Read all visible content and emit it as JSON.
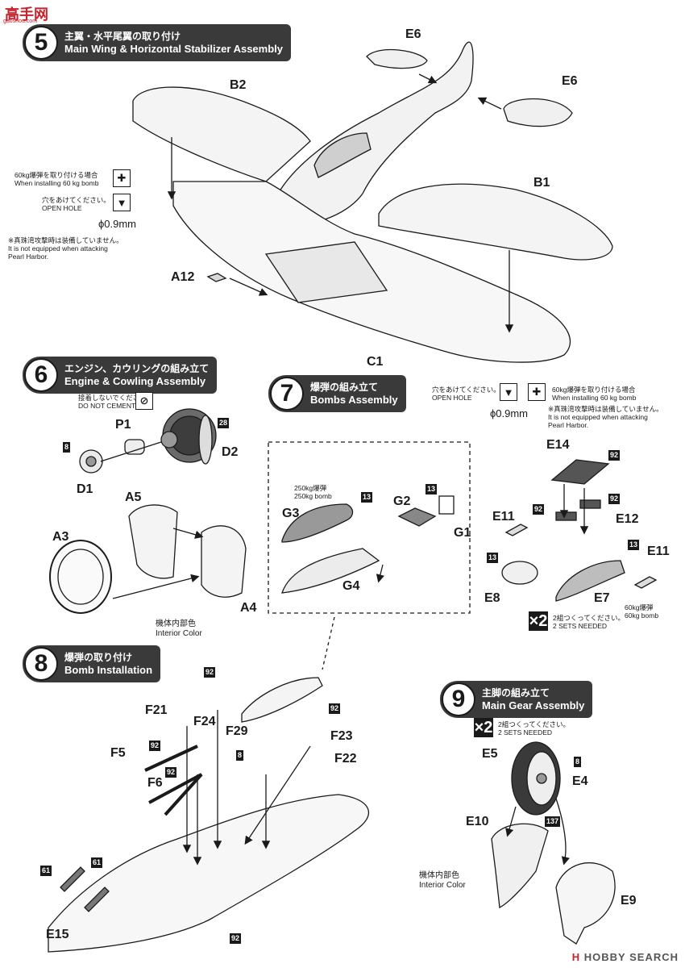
{
  "site_logo": {
    "text": "高手网",
    "sub": "gaoshou.com"
  },
  "watermark": {
    "prefix": "H",
    "text": "HOBBY SEARCH"
  },
  "steps": {
    "s5": {
      "num": "5",
      "ja": "主翼・水平尾翼の取り付け",
      "en": "Main Wing & Horizontal Stabilizer Assembly"
    },
    "s6": {
      "num": "6",
      "ja": "エンジン、カウリングの組み立て",
      "en": "Engine & Cowling Assembly"
    },
    "s7": {
      "num": "7",
      "ja": "爆弾の組み立て",
      "en": "Bombs Assembly"
    },
    "s8": {
      "num": "8",
      "ja": "爆弾の取り付け",
      "en": "Bomb Installation"
    },
    "s9": {
      "num": "9",
      "ja": "主脚の組み立て",
      "en": "Main Gear Assembly"
    }
  },
  "parts": {
    "E6a": "E6",
    "E6b": "E6",
    "B2": "B2",
    "B1": "B1",
    "A12": "A12",
    "C1": "C1",
    "P1": "P1",
    "D2": "D2",
    "D1": "D1",
    "A5": "A5",
    "A3": "A3",
    "A4": "A4",
    "G3": "G3",
    "G2": "G2",
    "G1": "G1",
    "G4": "G4",
    "E14": "E14",
    "E11a": "E11",
    "E12": "E12",
    "E11b": "E11",
    "E8": "E8",
    "E7": "E7",
    "F21": "F21",
    "F24": "F24",
    "F29": "F29",
    "F23": "F23",
    "F22": "F22",
    "F5": "F5",
    "F6": "F6",
    "E15": "E15",
    "E5": "E5",
    "E4": "E4",
    "E10": "E10",
    "E9": "E9"
  },
  "notes": {
    "left_60kg_ja": "60kg爆弾を取り付ける場合",
    "left_60kg_en": "When installing 60 kg bomb",
    "left_hole_ja": "穴をあけてください。",
    "left_hole_en": "OPEN HOLE",
    "left_dia": "ϕ0.9mm",
    "left_pearl_ja": "※真珠湾攻撃時は装備していません。",
    "left_pearl_en1": "It is not equipped when attacking",
    "left_pearl_en2": "Pearl Harbor.",
    "right_hole_ja": "穴をあけてください。",
    "right_hole_en": "OPEN HOLE",
    "right_60kg_ja": "60kg爆弾を取り付ける場合",
    "right_60kg_en": "When installing 60 kg bomb",
    "right_dia": "ϕ0.9mm",
    "right_pearl_ja": "※真珠湾攻撃時は装備していません。",
    "right_pearl_en1": "It is not equipped when attacking",
    "right_pearl_en2": "Pearl Harbor.",
    "cement_ja": "接着しないでください。",
    "cement_en": "DO NOT CEMENT",
    "interior_ja": "機体内部色",
    "interior_en": "Interior Color",
    "bomb250_ja": "250kg爆弾",
    "bomb250_en": "250kg bomb",
    "bomb60_ja": "60kg爆弾",
    "bomb60_en": "60kg bomb",
    "sets_ja": "2組つくってください。",
    "sets_en": "2 SETS NEEDED",
    "sets9_ja": "2組つくってください。",
    "sets9_en": "2 SETS NEEDED",
    "interior9_ja": "機体内部色",
    "interior9_en": "Interior Color",
    "x2": "×2",
    "x2b": "×2"
  },
  "badges": {
    "b28": "28",
    "b8a": "8",
    "b13a": "13",
    "b13b": "13",
    "b92a": "92",
    "b92b": "92",
    "b92c": "92",
    "b13c": "13",
    "b13d": "13",
    "b92d": "92",
    "b92e": "92",
    "b92f": "92",
    "b92g": "92",
    "b8b": "8",
    "b61a": "61",
    "b61b": "61",
    "b92h": "92",
    "b8c": "8",
    "b137": "137"
  },
  "icons": {
    "plus_icon": "plus-cross-icon",
    "drill_icon": "drill-icon",
    "no_cement_icon": "no-cement-icon"
  }
}
